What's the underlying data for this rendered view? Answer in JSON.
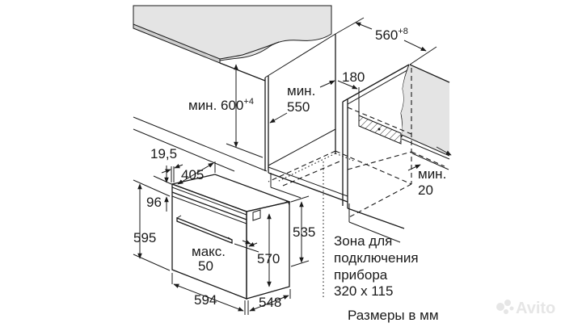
{
  "diagram": {
    "title": "Oven built-in installation dimensions",
    "colors": {
      "line": "#1a1a1a",
      "countertop_fill": "#e4e4e4",
      "wall_fill": "#e4e4e4",
      "background": "#ffffff",
      "watermark": "#e6e6e6"
    },
    "labels": {
      "niche_height": "мин. 600",
      "niche_height_tol": "+4",
      "niche_depth_line1": "мин.",
      "niche_depth_line2": "550",
      "niche_width": "560",
      "niche_width_tol": "+8",
      "back_gap": "180",
      "bottom_gap_line1": "мин.",
      "bottom_gap_line2": "20",
      "front_panel_thickness": "19,5",
      "top_depth": "405",
      "control_panel_height": "96",
      "total_height": "595",
      "door_gap_line1": "макс.",
      "door_gap_line2": "50",
      "body_height_front": "570",
      "body_height_side": "535",
      "total_width": "594",
      "body_depth": "548",
      "connection_zone_line1": "Зона для",
      "connection_zone_line2": "подключения",
      "connection_zone_line3": "прибора",
      "connection_zone_line4": "320 x 115",
      "units_note": "Размеры в мм"
    },
    "watermark": {
      "text": "Avito",
      "icon": "avito-logo-icon"
    }
  }
}
